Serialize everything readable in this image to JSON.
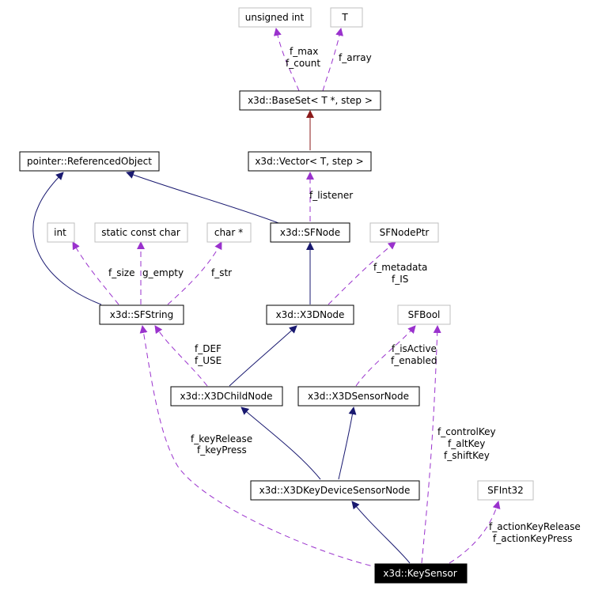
{
  "nodes": {
    "unsigned_int": "unsigned int",
    "t": "T",
    "baseset": "x3d::BaseSet< T *, step >",
    "referenced_object": "pointer::ReferencedObject",
    "vector": "x3d::Vector< T, step >",
    "int": "int",
    "static_const_char": "static const char",
    "char_ptr": "char *",
    "sfnode": "x3d::SFNode",
    "sfnodeptr": "SFNodePtr",
    "sfstring": "x3d::SFString",
    "x3dnode": "x3d::X3DNode",
    "sfbool": "SFBool",
    "x3dchildnode": "x3d::X3DChildNode",
    "x3dsensornode": "x3d::X3DSensorNode",
    "x3dkeydevicesensornode": "x3d::X3DKeyDeviceSensorNode",
    "sfint32": "SFInt32",
    "keysensor": "x3d::KeySensor"
  },
  "edge_labels": {
    "f_max": "f_max",
    "f_count": "f_count",
    "f_array": "f_array",
    "f_listener": "f_listener",
    "f_size": "f_size",
    "g_empty": "g_empty",
    "f_str": "f_str",
    "f_metadata": "f_metadata",
    "f_is": "f_IS",
    "f_def": "f_DEF",
    "f_use": "f_USE",
    "f_isactive": "f_isActive",
    "f_enabled": "f_enabled",
    "f_keyrelease": "f_keyRelease",
    "f_keypress": "f_keyPress",
    "f_controlkey": "f_controlKey",
    "f_altkey": "f_altKey",
    "f_shiftkey": "f_shiftKey",
    "f_actionkeyrelease": "f_actionKeyRelease",
    "f_actionkeypress": "f_actionKeyPress"
  },
  "colors": {
    "inheritance_edge": "#191970",
    "template_edge": "#8b1a1a",
    "usage_edge": "#9a32cd",
    "focus_node_fill": "#000000",
    "external_node_border": "#bfbfbf"
  }
}
